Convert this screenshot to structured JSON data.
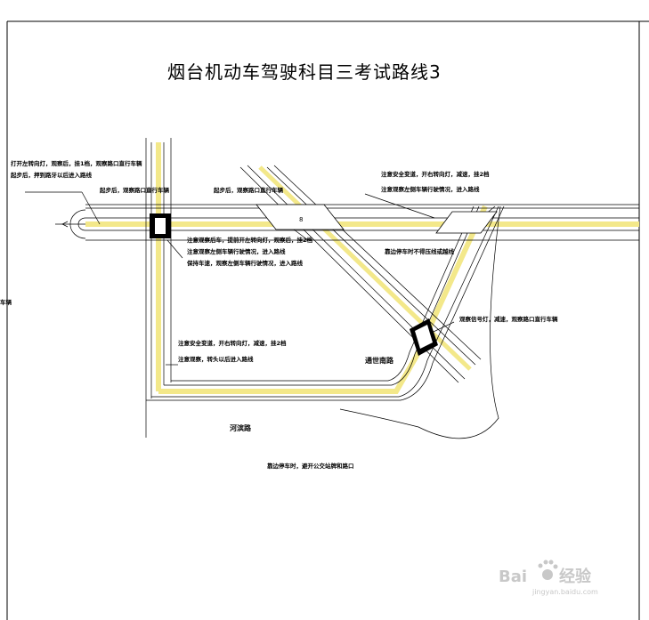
{
  "title": "烟台机动车驾驶科目三考试路线3",
  "notes": {
    "left_start_1": "打开左转向灯，观察后，挂1档，观察路口直行车辆",
    "left_start_2": "起步后，押到路牙以后进入路线",
    "left_intersection": "起步后，观察路口直行车辆",
    "mid_top": "起步后，观察路口直行车辆",
    "right_top_1": "注意安全变道，开右转向灯，减速，挂2档",
    "right_top_2": "注意观察左侧车辆行驶情况，进入路线",
    "mid_1": "注意观察后车，提前开左转向灯，观察后，挂2档",
    "mid_2": "注意观察左侧车辆行驶情况，进入路线",
    "mid_3": "保持车速，观察左侧车辆行驶情况，进入路线",
    "right_mid": "靠边停车时不得压线或越线",
    "right_junction": "观察信号灯，减速，观察路口直行车辆",
    "left_bottom_1": "注意安全变道，开右转向灯，减速，挂2档",
    "left_bottom_2": "注意观察，转头以后进入路线",
    "bottom": "靠边停车时，避开公交站牌和路口",
    "edge_left": "车辆"
  },
  "roads": {
    "road_1": "通世南路",
    "road_2": "河滨路"
  },
  "watermark": {
    "brand": "Bai",
    "brand_cn": "经验",
    "url": "jingyan.baidu.com"
  },
  "colors": {
    "yellow": "#f3e88a",
    "line": "#000000",
    "frame": "#000000"
  }
}
